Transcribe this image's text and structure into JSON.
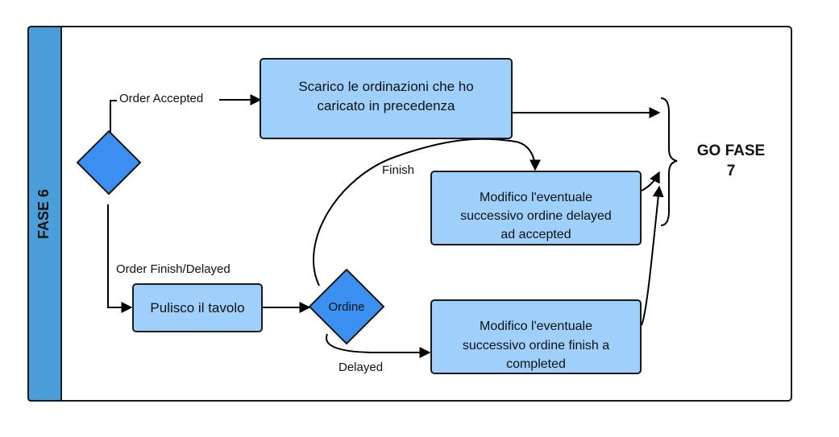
{
  "swimlane": {
    "title": "FASE 6"
  },
  "nodes": {
    "scarico": {
      "lines": [
        "Scarico le ordinazioni che ho",
        "caricato in precedenza"
      ]
    },
    "modifico_delayed": {
      "lines": [
        "Modifico l'eventuale",
        "successivo ordine delayed",
        "ad accepted"
      ]
    },
    "pulisco": {
      "lines": [
        "Pulisco il tavolo"
      ]
    },
    "ordine": {
      "label": "Ordine"
    },
    "modifico_finish": {
      "lines": [
        "Modifico l'eventuale",
        "successivo ordine finish a",
        "completed"
      ]
    },
    "go_fase": {
      "lines": [
        "GO FASE",
        "7"
      ]
    }
  },
  "edges": {
    "order_accepted": "Order Accepted",
    "order_finish_delayed": "Order Finish/Delayed",
    "finish": "Finish",
    "delayed": "Delayed"
  },
  "colors": {
    "lane_bar": "#4a9fdb",
    "box_fill": "#9fcffb",
    "diamond_fill": "#3b8ff0",
    "stroke": "#1a1a1a"
  }
}
